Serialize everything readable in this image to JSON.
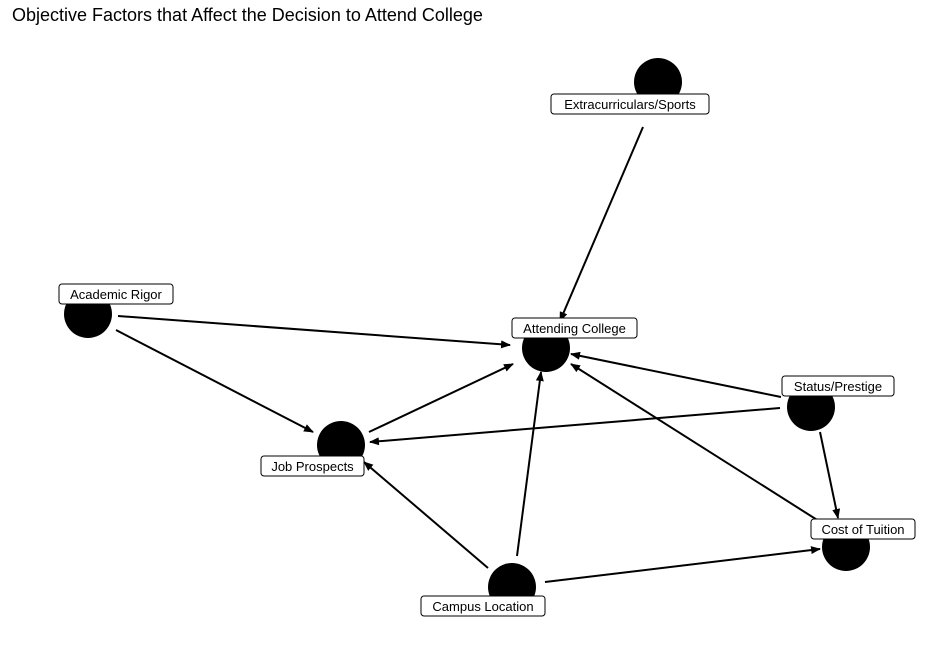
{
  "title": "Objective Factors that Affect the Decision to Attend College",
  "diagram": {
    "node_color": "#000000",
    "edge_color": "#000000",
    "label_background": "#ffffff",
    "label_border": "#000000",
    "nodes": [
      {
        "id": "extracurriculars",
        "label": "Extracurriculars/Sports"
      },
      {
        "id": "academic_rigor",
        "label": "Academic Rigor"
      },
      {
        "id": "attending_college",
        "label": "Attending College"
      },
      {
        "id": "status_prestige",
        "label": "Status/Prestige"
      },
      {
        "id": "job_prospects",
        "label": "Job Prospects"
      },
      {
        "id": "cost_of_tuition",
        "label": "Cost of Tuition"
      },
      {
        "id": "campus_location",
        "label": "Campus Location"
      }
    ],
    "edges": [
      {
        "from": "extracurriculars",
        "to": "attending_college"
      },
      {
        "from": "academic_rigor",
        "to": "attending_college"
      },
      {
        "from": "academic_rigor",
        "to": "job_prospects"
      },
      {
        "from": "job_prospects",
        "to": "attending_college"
      },
      {
        "from": "status_prestige",
        "to": "attending_college"
      },
      {
        "from": "status_prestige",
        "to": "job_prospects"
      },
      {
        "from": "status_prestige",
        "to": "cost_of_tuition"
      },
      {
        "from": "cost_of_tuition",
        "to": "attending_college"
      },
      {
        "from": "campus_location",
        "to": "attending_college"
      },
      {
        "from": "campus_location",
        "to": "job_prospects"
      },
      {
        "from": "campus_location",
        "to": "cost_of_tuition"
      }
    ]
  }
}
